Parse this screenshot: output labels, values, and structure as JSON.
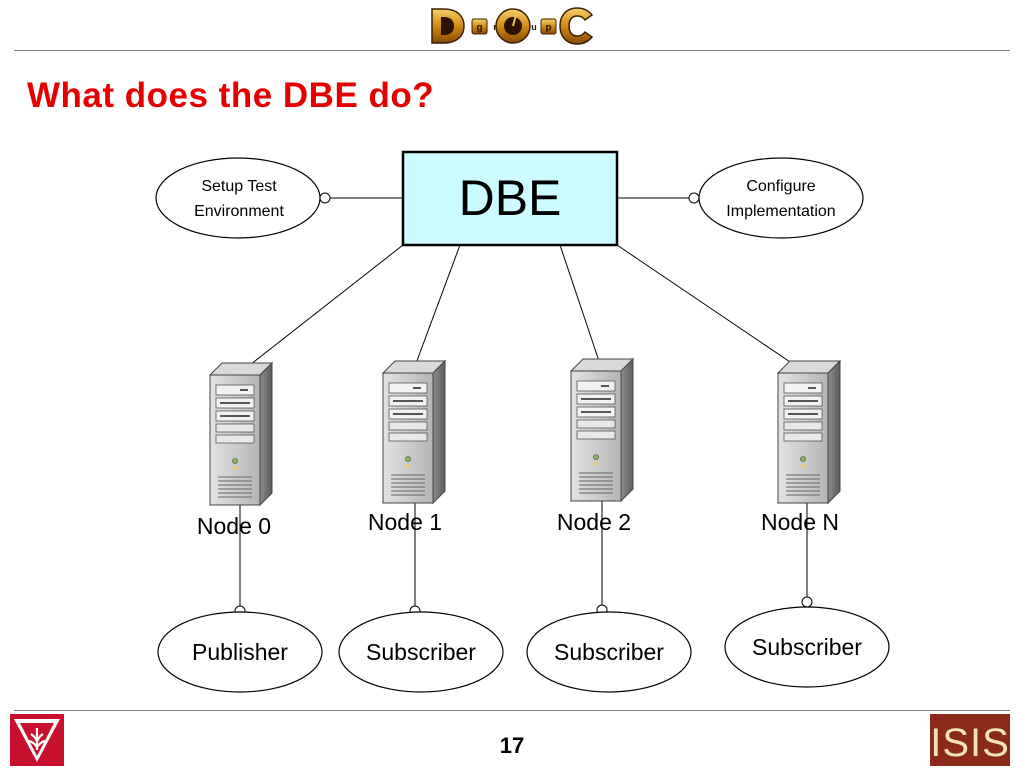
{
  "header": {
    "logo_letters": [
      "D",
      "g",
      "r",
      "O",
      "u",
      "p",
      "C"
    ],
    "title": "What does the DBE do?"
  },
  "diagram": {
    "center_box": "DBE",
    "left_oval": [
      "Setup Test",
      "Environment"
    ],
    "right_oval": [
      "Configure",
      "Implementation"
    ],
    "nodes": [
      {
        "label": "Node 0",
        "role": "Publisher"
      },
      {
        "label": "Node 1",
        "role": "Subscriber"
      },
      {
        "label": "Node 2",
        "role": "Subscriber"
      },
      {
        "label": "Node N",
        "role": "Subscriber"
      }
    ],
    "colors": {
      "box_fill": "#ccfcff",
      "title": "#e50000",
      "logo_left": "#c8102e",
      "logo_right": "#8b2a1a"
    }
  },
  "footer": {
    "page_number": "17",
    "right_logo_text": "ISIS"
  }
}
